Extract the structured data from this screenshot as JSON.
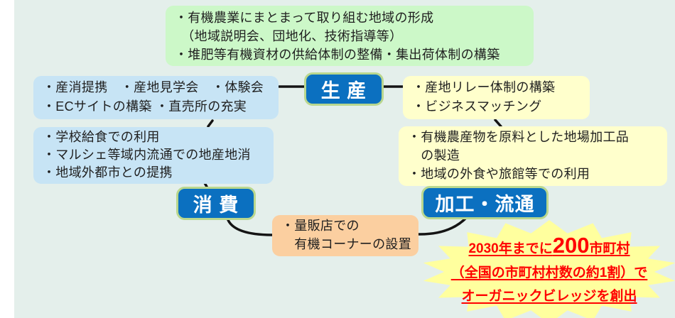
{
  "nodes": {
    "production": "生 産",
    "consumption": "消 費",
    "processing": "加工・流通"
  },
  "boxes": {
    "region_building": {
      "lines": [
        "・有機農業にまとまって取り組む地域の形成",
        "　（地域説明会、団地化、技術指導等）",
        "・堆肥等有機資材の供給体制の整備・集出荷体制の構築"
      ]
    },
    "direct_sales": {
      "lines": [
        "・産消提携　・産地見学会　・体験会",
        "・ECサイトの構築 ・直売所の充実"
      ]
    },
    "local_consumption": {
      "lines": [
        "・学校給食での利用",
        "・マルシェ等域内流通での地産地消",
        "・地域外都市との提携"
      ]
    },
    "relay_system": {
      "lines": [
        "・産地リレー体制の構築",
        "・ビジネスマッチング"
      ]
    },
    "local_processing": {
      "lines": [
        "・有機農産物を原料とした地場加工品",
        "　の製造",
        "・地域の外食や旅館等での利用"
      ]
    },
    "retail_corner": {
      "lines": [
        "・量販店での",
        "　有機コーナーの設置"
      ]
    }
  },
  "goal": {
    "line1_prefix": "2030年までに",
    "line1_number": "200",
    "line1_suffix": "市町村",
    "line2": "（全国の市町村村数の約1割）で",
    "line3": "オーガニックビレッジを創出"
  },
  "colors": {
    "background": "#e4efeb",
    "node_fill": "#0b70c0",
    "node_border": "#b9d78e",
    "box_green": "#ccf8c8",
    "box_blue": "#c7e4f5",
    "box_yellow": "#ffffcc",
    "box_orange": "#fbcfa0",
    "starburst": "#ffff9e",
    "goal_text": "#ff0000",
    "connector": "#141414"
  }
}
